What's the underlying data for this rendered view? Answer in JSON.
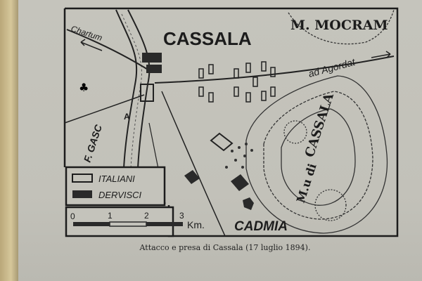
{
  "map": {
    "labels": {
      "city": "CASSALA",
      "mountain_north": "M. MOCRAM",
      "road_west": "Chartum",
      "road_east": "ad Agordat",
      "river": "F. GASC",
      "river_mark": "A",
      "mountain_prefix": "M.u di",
      "mountain_name": "CASSALA",
      "place_south": "CADMIA"
    },
    "legend": [
      {
        "label": "ITALIANI",
        "swatch": "open"
      },
      {
        "label": "DERVISCI",
        "swatch": "filled"
      }
    ],
    "scale": {
      "ticks": [
        "0",
        "1",
        "2",
        "3"
      ],
      "unit": "Km."
    }
  },
  "caption": "Attacco e presa di Cassala (17 luglio 1894)."
}
